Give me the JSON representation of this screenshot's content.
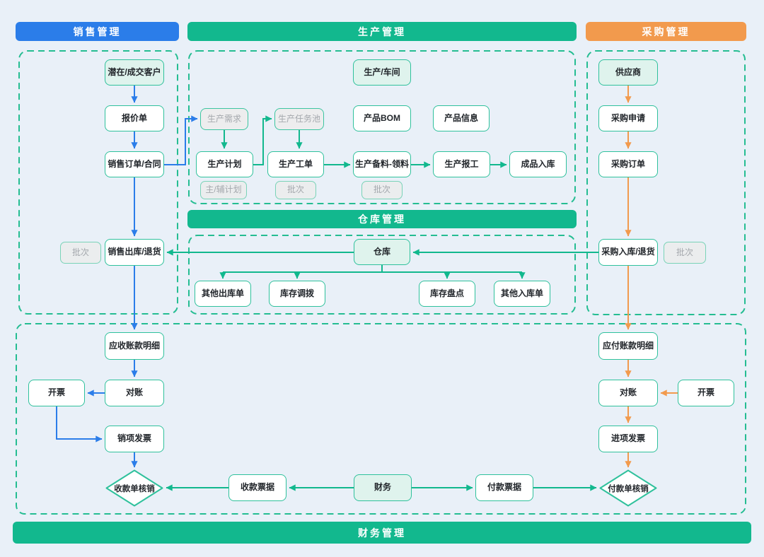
{
  "sections": {
    "sales": {
      "label": "销售管理",
      "color": "#2b7de9"
    },
    "production": {
      "label": "生产管理",
      "color": "#12b88e"
    },
    "purchase": {
      "label": "采购管理",
      "color": "#f29a4d"
    },
    "warehouse": {
      "label": "仓库管理",
      "color": "#12b88e"
    },
    "finance": {
      "label": "财务管理",
      "color": "#12b88e"
    }
  },
  "palette": {
    "background": "#e9f0f8",
    "blue_arrow": "#2b7de9",
    "green_arrow": "#12b88e",
    "orange_arrow": "#f29a4d",
    "node_border": "#2fc19c",
    "dashed_border": "#25bd92",
    "light_green_fill": "#dff3ed",
    "gray_fill": "#ededee",
    "gray_text": "#a4a8ad"
  },
  "nodes": {
    "customer": "潜在/成交客户",
    "quotation": "报价单",
    "sales_order": "销售订单/合同",
    "batch_sales": "批次",
    "sales_outbound": "销售出库/退货",
    "workshop": "生产/车间",
    "production_demand": "生产需求",
    "production_task_pool": "生产任务池",
    "product_bom": "产品BOM",
    "product_info": "产品信息",
    "production_plan": "生产计划",
    "main_aux_plan": "主/辅计划",
    "production_work_order": "生产工单",
    "batch_work_order": "批次",
    "production_material": "生产备料-领料",
    "batch_material": "批次",
    "production_report": "生产报工",
    "finished_inbound": "成品入库",
    "warehouse_node": "仓库",
    "other_outbound": "其他出库单",
    "inventory_transfer": "库存调拨",
    "inventory_check": "库存盘点",
    "other_inbound": "其他入库单",
    "supplier": "供应商",
    "purchase_request": "采购申请",
    "purchase_order": "采购订单",
    "purchase_inbound": "采购入库/退货",
    "batch_purchase": "批次",
    "receivable_detail": "应收账款明细",
    "reconciliation_left": "对账",
    "invoicing_left": "开票",
    "sales_invoice": "销项发票",
    "receipt_writeoff": "收款单核销",
    "receipt_bill": "收款票据",
    "finance_node": "财务",
    "payment_bill": "付款票据",
    "payable_detail": "应付账款明细",
    "reconciliation_right": "对账",
    "invoicing_right": "开票",
    "input_invoice": "进项发票",
    "payment_writeoff": "付款单核销"
  }
}
